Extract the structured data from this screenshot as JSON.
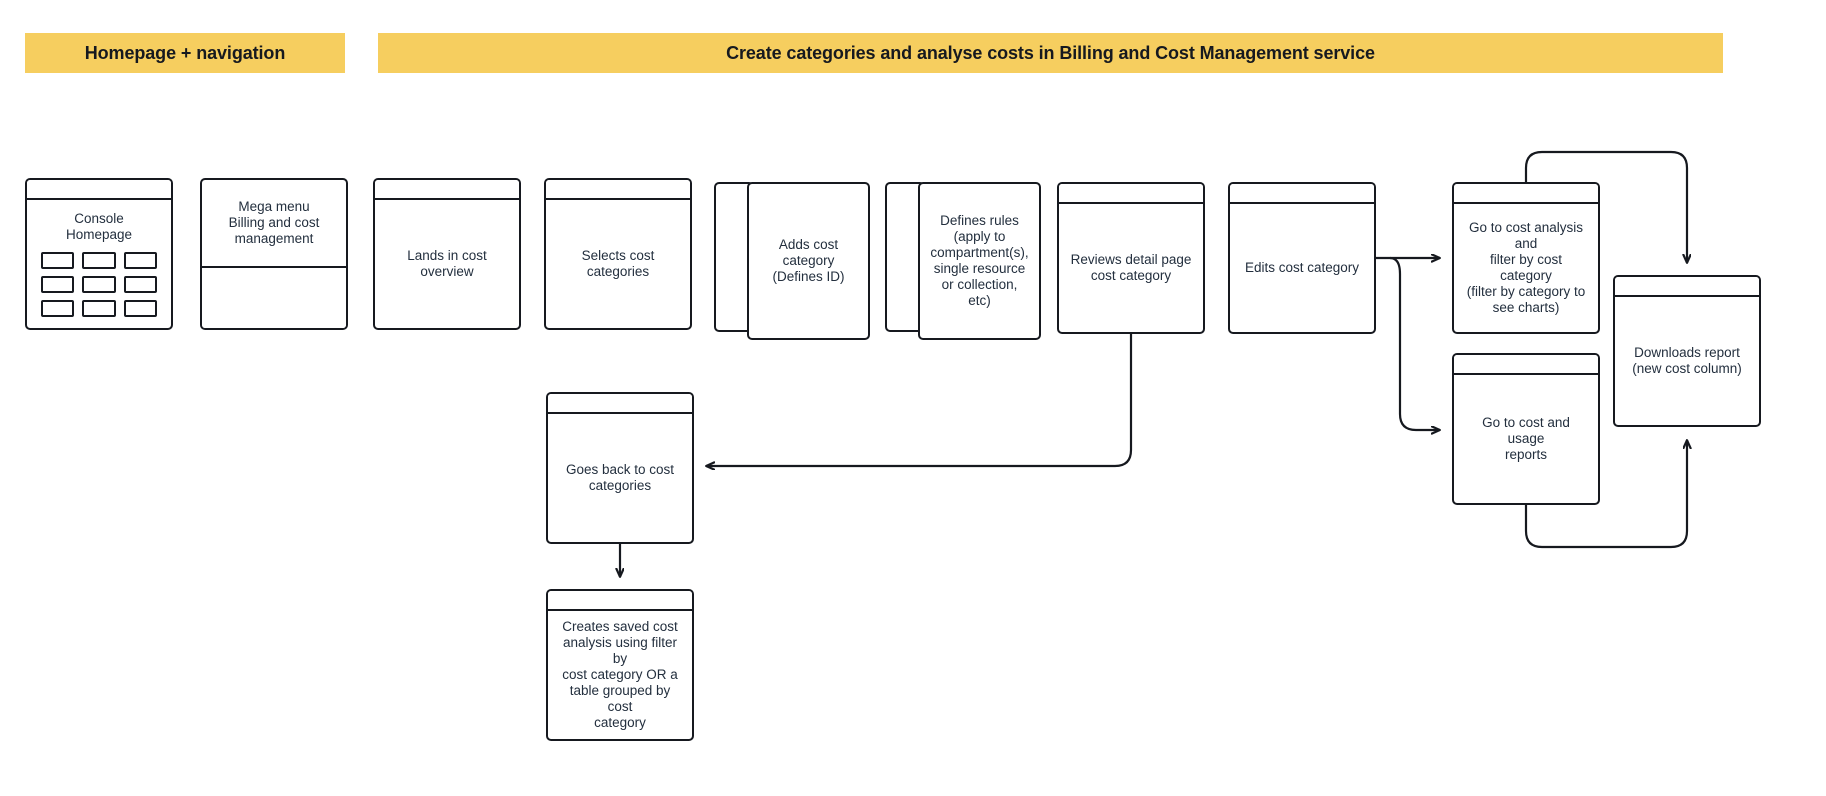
{
  "banners": [
    {
      "id": "homepage-navigation",
      "label": "Homepage + navigation",
      "color": "#F6CE5F"
    },
    {
      "id": "create-categories",
      "label": "Create categories and analyse costs in Billing and Cost Management service",
      "color": "#F6CE5F"
    }
  ],
  "nodes": {
    "console_homepage": {
      "label": "Console\nHomepage",
      "tile_count": 9
    },
    "mega_menu": {
      "label": "Mega menu\nBilling and cost\nmanagement"
    },
    "lands_cost_overview": {
      "label": "Lands in cost overview"
    },
    "selects_cost_categories": {
      "label": "Selects  cost\ncategories"
    },
    "adds_cost_category": {
      "label": "Adds cost\ncategory\n(Defines ID)"
    },
    "defines_rules": {
      "label": "Defines rules\n(apply to\ncompartment(s),\nsingle resource\nor collection,\netc)"
    },
    "reviews_detail_page": {
      "label": "Reviews detail page\ncost category"
    },
    "edits_cost_category": {
      "label": "Edits cost category"
    },
    "go_to_cost_analysis": {
      "label": "Go to cost analysis and\nfilter by cost category\n(filter by category to\nsee charts)"
    },
    "go_to_cost_usage_reports": {
      "label": "Go to cost and usage\nreports"
    },
    "downloads_report": {
      "label": "Downloads report\n(new cost column)"
    },
    "goes_back_cost_categories": {
      "label": "Goes back to cost\ncategories"
    },
    "creates_saved_analysis": {
      "label": "Creates saved cost\nanalysis using filter by\ncost category OR a\ntable grouped by cost\ncategory"
    }
  },
  "colors": {
    "banner": "#F6CE5F",
    "stroke": "#16191f",
    "text": "#232f3e",
    "background": "#ffffff"
  }
}
